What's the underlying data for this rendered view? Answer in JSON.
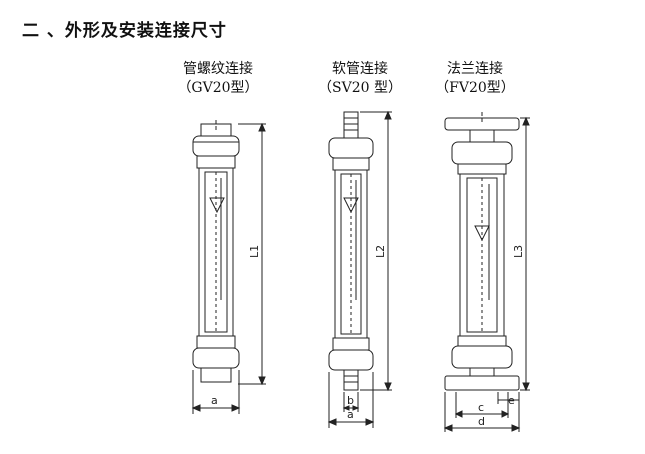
{
  "page_title": "二 、外形及安装连接尺寸",
  "variants": [
    {
      "name": "管螺纹连接",
      "model": "（GV20型）",
      "length_label": "L1",
      "width_label": "a"
    },
    {
      "name": "软管连接",
      "model": "（SV20 型）",
      "length_label": "L2",
      "width_labels": [
        "b",
        "a"
      ]
    },
    {
      "name": "法兰连接",
      "model": "（FV20型）",
      "length_label": "L3",
      "width_labels": [
        "e",
        "c",
        "d"
      ]
    }
  ]
}
